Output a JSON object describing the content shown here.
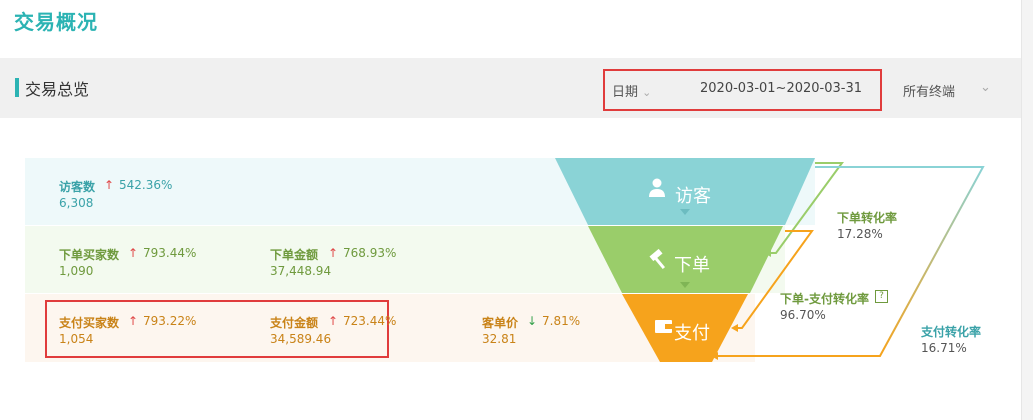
{
  "page": {
    "title": "交易概况"
  },
  "section": {
    "title": "交易总览"
  },
  "filters": {
    "date_label": "日期",
    "date_range": "2020-03-01~2020-03-31",
    "terminal": "所有终端"
  },
  "rows": {
    "visitors": {
      "label": "访客数",
      "pct": "542.36%",
      "value": "6,308",
      "trend": "up"
    },
    "order": {
      "buyers_label": "下单买家数",
      "buyers_pct": "793.44%",
      "buyers_value": "1,090",
      "amount_label": "下单金额",
      "amount_pct": "768.93%",
      "amount_value": "37,448.94"
    },
    "pay": {
      "buyers_label": "支付买家数",
      "buyers_pct": "793.22%",
      "buyers_value": "1,054",
      "amount_label": "支付金额",
      "amount_pct": "723.44%",
      "amount_value": "34,589.46",
      "unit_label": "客单价",
      "unit_pct": "7.81%",
      "unit_value": "32.81"
    }
  },
  "funnel": {
    "visit": "访客",
    "order": "下单",
    "pay": "支付"
  },
  "conversions": {
    "order_rate_label": "下单转化率",
    "order_rate": "17.28%",
    "order_pay_label": "下单-支付转化率",
    "order_pay_rate": "96.70%",
    "pay_rate_label": "支付转化率",
    "pay_rate": "16.71%"
  },
  "colors": {
    "accent": "#2bb3b3",
    "teal_band": "#eef9fa",
    "green_band": "#f3faef",
    "orange_band": "#fdf6ef",
    "funnel_teal": "#8ad3d6",
    "funnel_green": "#9acd6a",
    "funnel_orange": "#f6a31c",
    "highlight": "#e03c3c"
  }
}
